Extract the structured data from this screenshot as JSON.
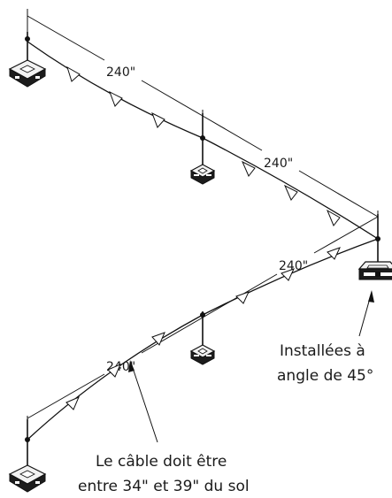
{
  "dimensions": {
    "top_upper": "240\"",
    "top_lower": "240\"",
    "bottom_upper": "240\"",
    "bottom_lower": "240\""
  },
  "notes": {
    "installation": {
      "line1": "Installées à",
      "line2": "angle de 45°"
    },
    "cable_height": {
      "line1": "Le câble doit être",
      "line2": "entre 34\" et 39\" du sol"
    }
  }
}
